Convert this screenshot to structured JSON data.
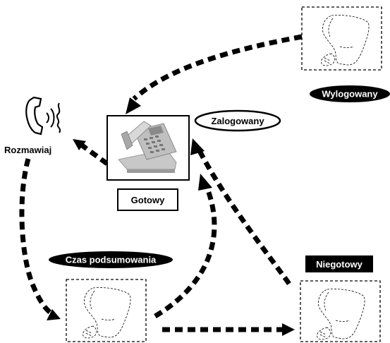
{
  "states": {
    "logged_out": "Wylogowany",
    "logged_in": "Zalogowany",
    "ready": "Gotowy",
    "not_ready": "Niegotowy",
    "wrap_up": "Czas podsumowania",
    "talk": "Rozmawiaj"
  },
  "icons": {
    "active_phone": "desk-phone-icon",
    "inactive_phone": "dashed-handset-icon",
    "talking": "talking-handset-icon"
  },
  "colors": {
    "arrow": "#000000",
    "badge_dark": "#000000",
    "phone_body": "#c8c8c8"
  }
}
